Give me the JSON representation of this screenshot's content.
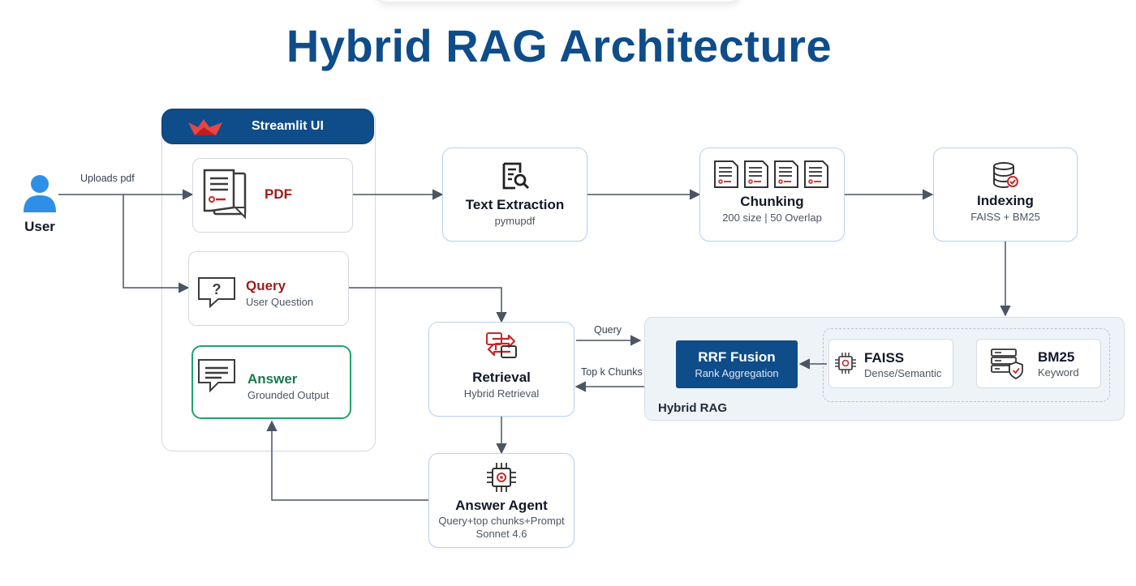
{
  "title": "Hybrid RAG Architecture",
  "user": {
    "label": "User"
  },
  "streamlit": {
    "title": "Streamlit UI"
  },
  "pdf": {
    "label": "PDF"
  },
  "query": {
    "title": "Query",
    "subtitle": "User Question"
  },
  "answer": {
    "title": "Answer",
    "subtitle": "Grounded Output"
  },
  "text_extraction": {
    "title": "Text Extraction",
    "subtitle": "pymupdf"
  },
  "chunking": {
    "title": "Chunking",
    "subtitle": "200 size | 50 Overlap"
  },
  "indexing": {
    "title": "Indexing",
    "subtitle": "FAISS + BM25"
  },
  "retrieval": {
    "title": "Retrieval",
    "subtitle": "Hybrid Retrieval"
  },
  "answer_agent": {
    "title": "Answer Agent",
    "line1": "Query+top chunks+Prompt",
    "line2": "Sonnet 4.6"
  },
  "hybrid_rag": {
    "label": "Hybrid RAG",
    "rrf": {
      "title": "RRF Fusion",
      "subtitle": "Rank Aggregation"
    },
    "faiss": {
      "title": "FAISS",
      "subtitle": "Dense/Semantic"
    },
    "bm25": {
      "title": "BM25",
      "subtitle": "Keyword"
    }
  },
  "edges": {
    "uploads_pdf": "Uploads pdf",
    "query": "Query",
    "top_k": "Top k Chunks"
  },
  "colors": {
    "title": "#0f4c8a",
    "brand_red": "#9b1c1c",
    "accent_green": "#1ea36b",
    "panel": "#eef3f8"
  }
}
